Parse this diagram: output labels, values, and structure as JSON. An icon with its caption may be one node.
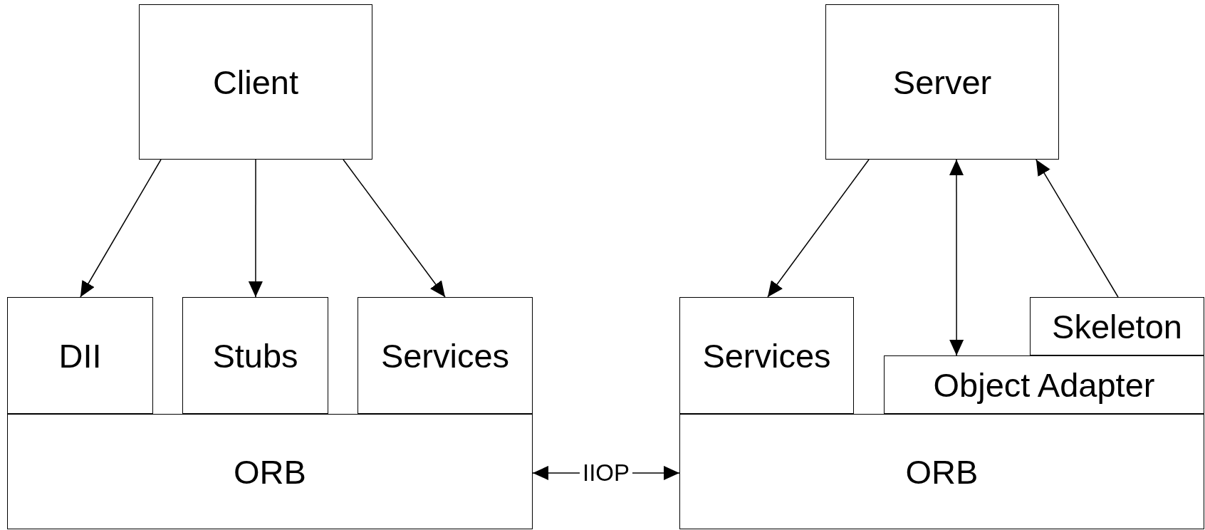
{
  "diagram": {
    "nodes": [
      {
        "text": [
          "Client"
        ]
      },
      {
        "text": [
          "Server"
        ]
      },
      {
        "text": [
          "DII"
        ]
      },
      {
        "text": [
          "Stubs"
        ]
      },
      {
        "text": [
          "Services"
        ]
      },
      {
        "text": [
          "Services"
        ]
      },
      {
        "text": [
          "Skeleton"
        ]
      },
      {
        "text": [
          "Object Adapter"
        ]
      },
      {
        "text": [
          "ORB"
        ]
      },
      {
        "text": [
          "ORB"
        ]
      }
    ],
    "edges": [
      {
        "from": 0,
        "to": 2,
        "arrow": "to"
      },
      {
        "from": 0,
        "to": 3,
        "arrow": "to"
      },
      {
        "from": 0,
        "to": 4,
        "arrow": "to"
      },
      {
        "from": 1,
        "to": 5,
        "arrow": "to"
      },
      {
        "from": 1,
        "to": 7,
        "arrow": "both"
      },
      {
        "from": 6,
        "to": 1,
        "arrow": "to"
      },
      {
        "from": 8,
        "to": 9,
        "arrow": "both",
        "label": "IIOP"
      }
    ]
  }
}
